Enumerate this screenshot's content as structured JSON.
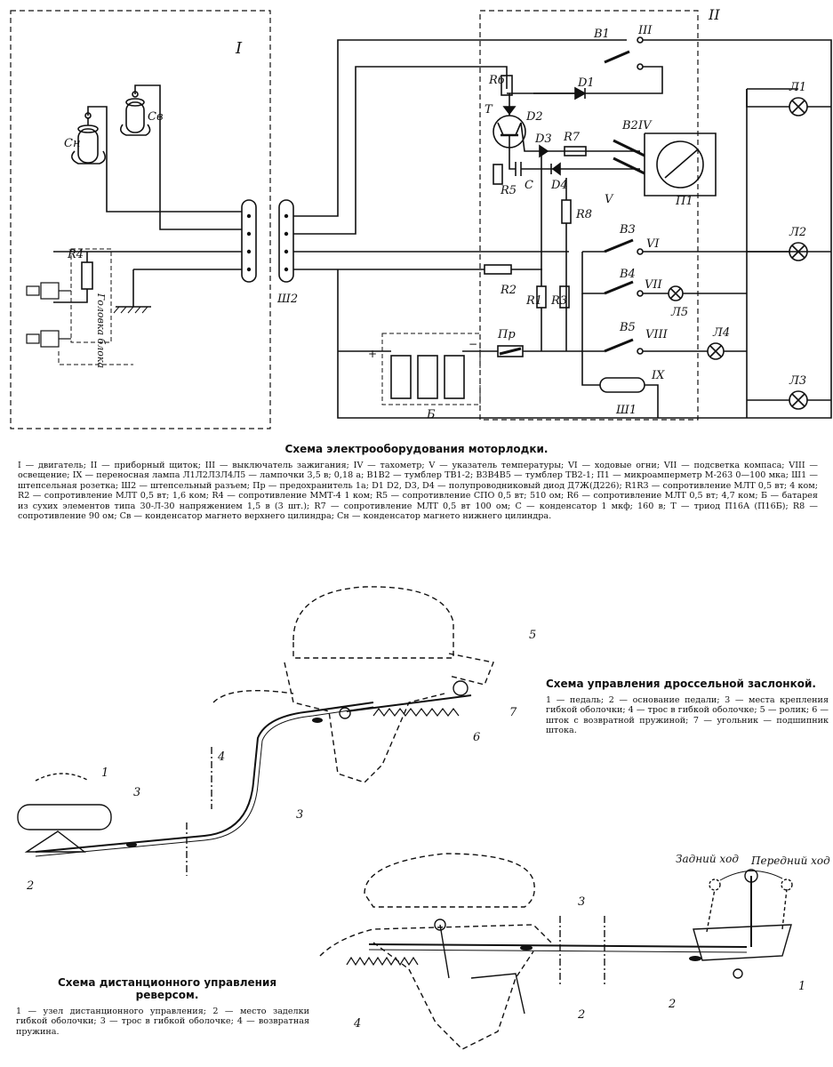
{
  "electrical": {
    "title": "Схема электрооборудования моторлодки.",
    "legend": "I — двигатель; II — приборный щиток; III — выключатель зажигания; IV — тахометр; V — указатель температуры; VI — ходовые огни; VII — подсветка компаса; VIII — освещение; IX — переносная лампа Л1Л2Л3Л4Л5 — лампочки 3,5 в; 0,18 а; B1B2 — тумблер ТВ1-2; B3B4B5 — тумблер ТВ2-1; П1 — микроамперметр М-263 0—100 мка; Ш1 — штепсельная розетка; Ш2 — штепсельный разъем; Пр — предохранитель 1а; D1 D2, D3, D4 — полупроводниковый диод Д7Ж(Д226); R1R3 — сопротивление МЛТ 0,5 вт; 4 ком; R2 — сопротивление МЛТ 0,5 вт; 1,6 ком; R4 — сопротивление ММТ-4 1 ком; R5 — сопротивление СПО 0,5 вт; 510 ом; R6 — сопротивление МЛТ 0,5 вт; 4,7 ком; Б — батарея из сухих элементов типа 30-Л-30 напряжением 1,5 в (3 шт.); R7 — сопротивление МЛТ 0,5 вт 100 ом; С — конденсатор 1 мкф; 160 в; Т — триод П16А (П16Б); R8 — сопротивление 90 ом; Св — конденсатор магнето верхнего цилиндра; Сн — конденсатор магнето нижнего цилиндра.",
    "labels": {
      "I": "I",
      "II": "II",
      "III": "III",
      "IV": "IV",
      "V": "V",
      "VI": "VI",
      "VII": "VII",
      "VIII": "VIII",
      "IX": "IX",
      "B1": "В1",
      "B2": "В2",
      "B3": "В3",
      "B4": "В4",
      "B5": "В5",
      "D1": "D1",
      "D2": "D2",
      "D3": "D3",
      "D4": "D4",
      "R1": "R1",
      "R2": "R2",
      "R3": "R3",
      "R4": "R4",
      "R5": "R5",
      "R6": "R6",
      "R7": "R7",
      "R8": "R8",
      "T": "T",
      "C": "C",
      "P1": "П1",
      "Pr": "Пр",
      "B": "Б",
      "L1": "Л1",
      "L2": "Л2",
      "L3": "Л3",
      "L4": "Л4",
      "L5": "Л5",
      "Sh1": "Ш1",
      "Sh2": "Ш2",
      "Cn": "Сн",
      "Cv": "Св",
      "plus": "+",
      "minus": "−",
      "block_head": "Головка блока"
    }
  },
  "throttle": {
    "title": "Схема управления дроссельной заслонкой.",
    "legend": "1 — педаль; 2 — основание педали; 3 — места крепления гибкой оболочки; 4 — трос в гибкой оболочке; 5 — ролик; 6 — шток с возвратной пружиной; 7 — угольник — подшипник штока.",
    "numbers": [
      "1",
      "2",
      "3",
      "4",
      "5",
      "6",
      "7"
    ]
  },
  "reverse": {
    "title": "Схема дистанционного управления реверсом.",
    "legend": "1 — узел дистанционного управления; 2 — место заделки гибкой оболочки; 3 — трос в гибкой оболочке; 4 — возвратная пружина.",
    "numbers": [
      "1",
      "2",
      "3",
      "4"
    ],
    "reverse_label": "Задний ход",
    "forward_label": "Передний ход"
  }
}
